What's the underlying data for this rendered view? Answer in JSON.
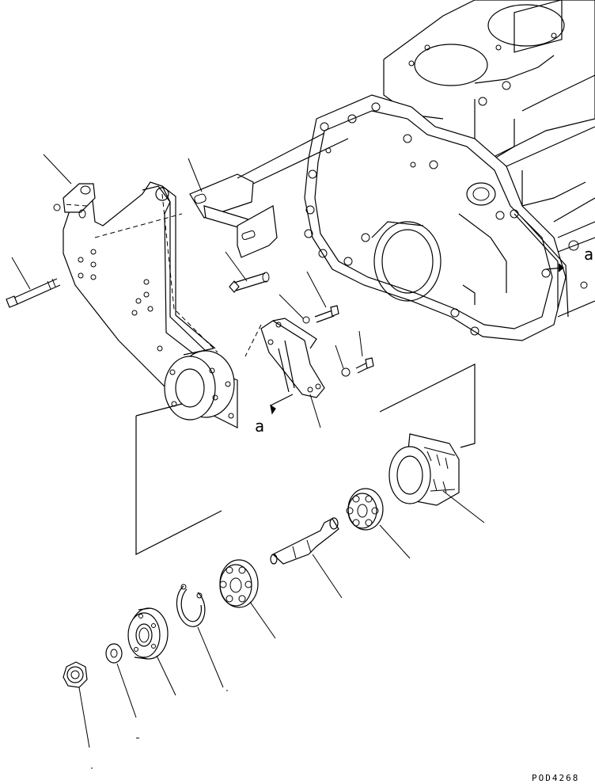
{
  "figure_code": "POD4268",
  "reference_marks": {
    "a_upper": "a",
    "a_lower": "a"
  },
  "callouts": [
    {
      "id": "bracket-arm"
    },
    {
      "id": "mount-bracket"
    },
    {
      "id": "long-bolt"
    },
    {
      "id": "bolt-center"
    },
    {
      "id": "bolt-washer-upper"
    },
    {
      "id": "bolt-washer-lower"
    },
    {
      "id": "tensioner-plate"
    },
    {
      "id": "pulley-housing"
    },
    {
      "id": "bearing-right"
    },
    {
      "id": "shaft"
    },
    {
      "id": "bearing-left"
    },
    {
      "id": "snap-ring"
    },
    {
      "id": "pulley"
    },
    {
      "id": "washer"
    },
    {
      "id": "nut"
    }
  ]
}
